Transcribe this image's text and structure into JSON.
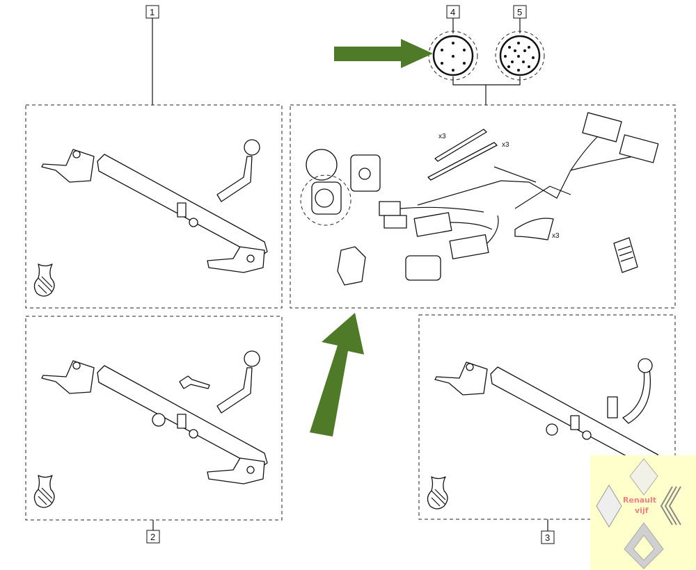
{
  "callouts": {
    "c1": "1",
    "c2": "2",
    "c3": "3",
    "c4": "4",
    "c5": "5"
  },
  "quantities": {
    "cable_ties_a": "x3",
    "cable_ties_b": "x3",
    "pads": "x3"
  },
  "logo": {
    "line1": "Renault",
    "line2": "vijf"
  },
  "colors": {
    "arrow": "#4f7a28",
    "logo_bg": "#ffffcc",
    "logo_text": "#f08080"
  }
}
